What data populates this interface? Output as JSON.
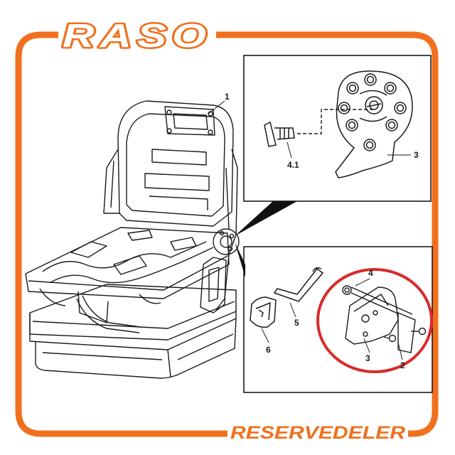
{
  "brand": {
    "logo_text": "RASO",
    "footer_text": "RESERVEDELER",
    "accent_color": "#f0701e",
    "highlight_color": "#d92b2b"
  },
  "diagram": {
    "callouts": {
      "seat_back": "1",
      "bolt": "4.1",
      "hinge_plate_top": "3",
      "pin": "4",
      "bracket": "3",
      "screw": "2",
      "cover_strip": "5",
      "side_cover": "6"
    }
  }
}
